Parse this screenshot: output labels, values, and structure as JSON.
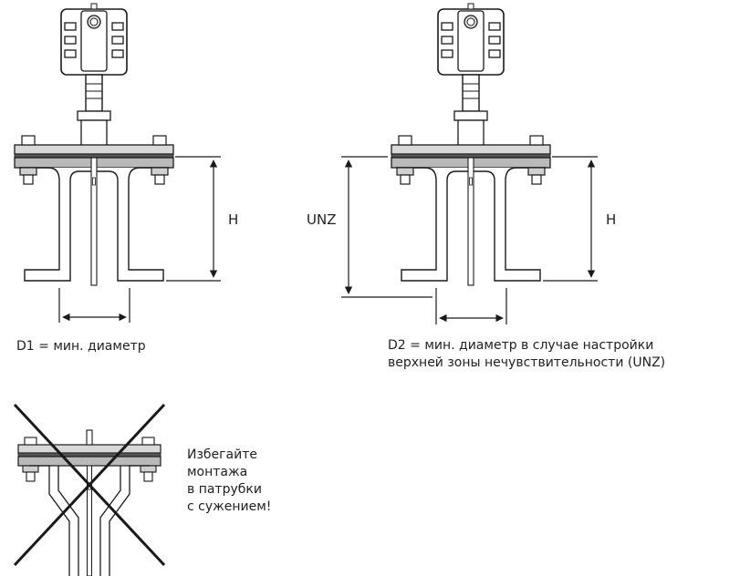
{
  "figure1": {
    "h_label": "H",
    "caption": "D1 = мин. диаметр"
  },
  "figure2": {
    "unz_label": "UNZ",
    "h_label": "H",
    "caption_line1": "D2 = мин. диаметр в случае настройки",
    "caption_line2": "верхней зоны нечувствительности (UNZ)"
  },
  "figure3": {
    "warning_lines": [
      "Избегайте",
      "монтажа",
      "в патрубки",
      "с сужением!"
    ]
  },
  "colors": {
    "line": "#1a1a1a",
    "flange": "#b9b9b9",
    "gasket": "#555555",
    "background": "#ffffff"
  }
}
